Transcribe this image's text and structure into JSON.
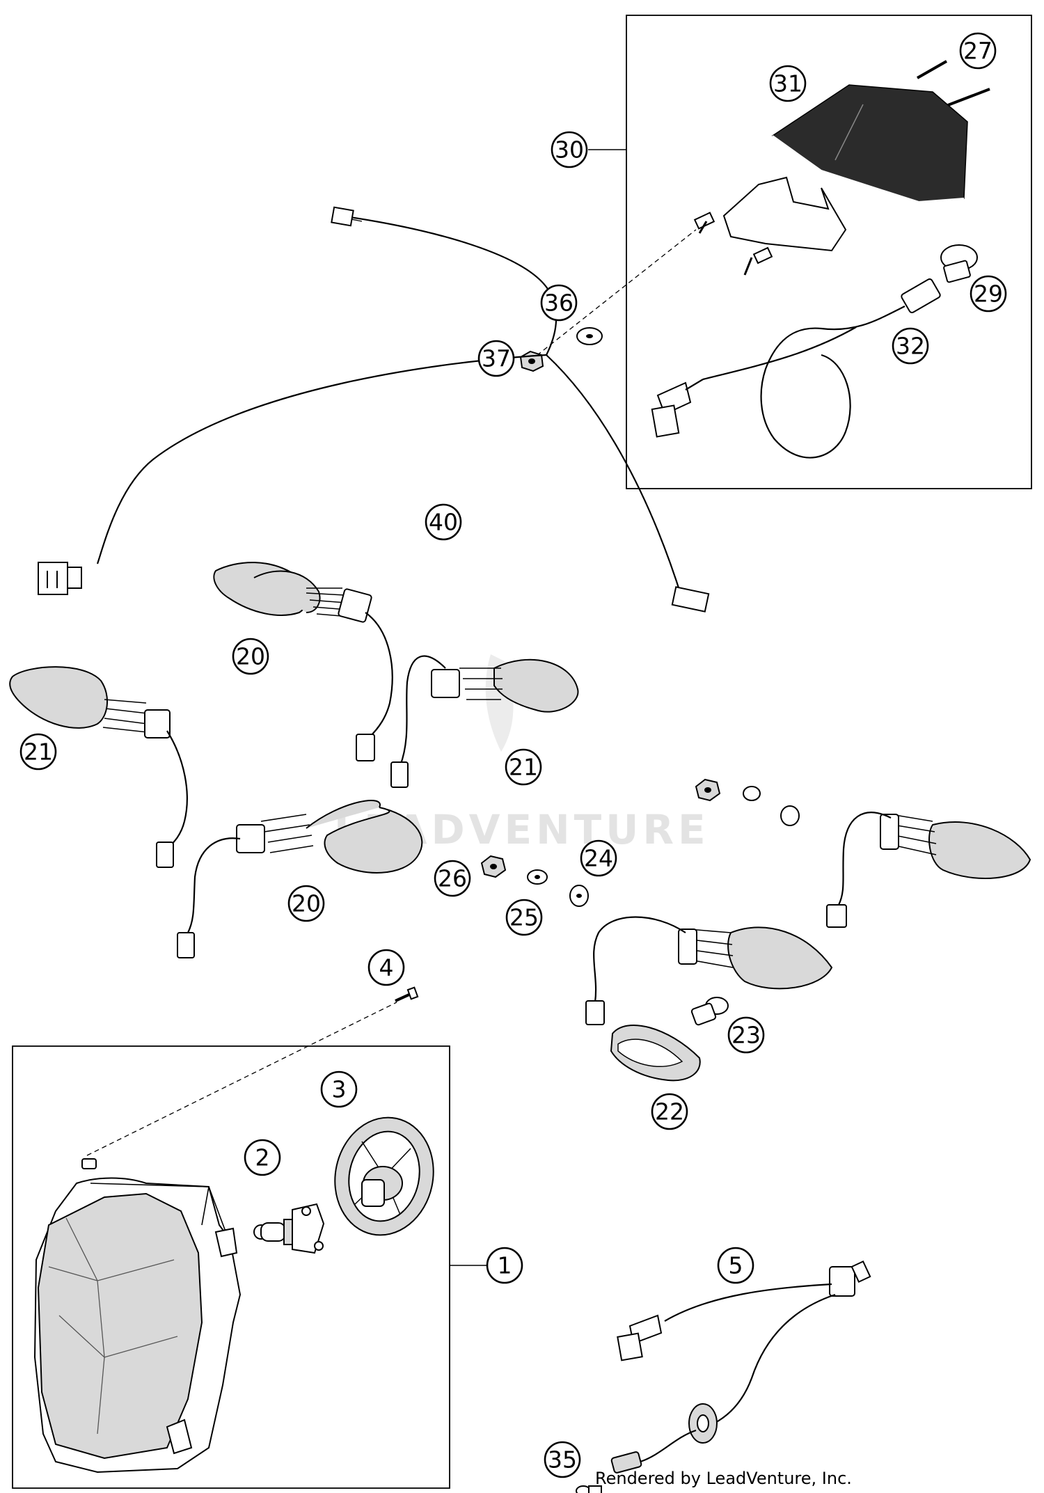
{
  "watermark": {
    "text": "LEADVENTURE"
  },
  "credit": "Rendered by LeadVenture, Inc.",
  "callouts": [
    {
      "id": "c1",
      "label": "1"
    },
    {
      "id": "c2",
      "label": "2"
    },
    {
      "id": "c3",
      "label": "3"
    },
    {
      "id": "c4",
      "label": "4"
    },
    {
      "id": "c5",
      "label": "5"
    },
    {
      "id": "c20a",
      "label": "20"
    },
    {
      "id": "c20b",
      "label": "20"
    },
    {
      "id": "c21a",
      "label": "21"
    },
    {
      "id": "c21b",
      "label": "21"
    },
    {
      "id": "c22",
      "label": "22"
    },
    {
      "id": "c23",
      "label": "23"
    },
    {
      "id": "c24",
      "label": "24"
    },
    {
      "id": "c25",
      "label": "25"
    },
    {
      "id": "c26",
      "label": "26"
    },
    {
      "id": "c27",
      "label": "27"
    },
    {
      "id": "c29",
      "label": "29"
    },
    {
      "id": "c30",
      "label": "30"
    },
    {
      "id": "c31",
      "label": "31"
    },
    {
      "id": "c32",
      "label": "32"
    },
    {
      "id": "c35",
      "label": "35"
    },
    {
      "id": "c36",
      "label": "36"
    },
    {
      "id": "c37",
      "label": "37"
    },
    {
      "id": "c40",
      "label": "40"
    }
  ]
}
